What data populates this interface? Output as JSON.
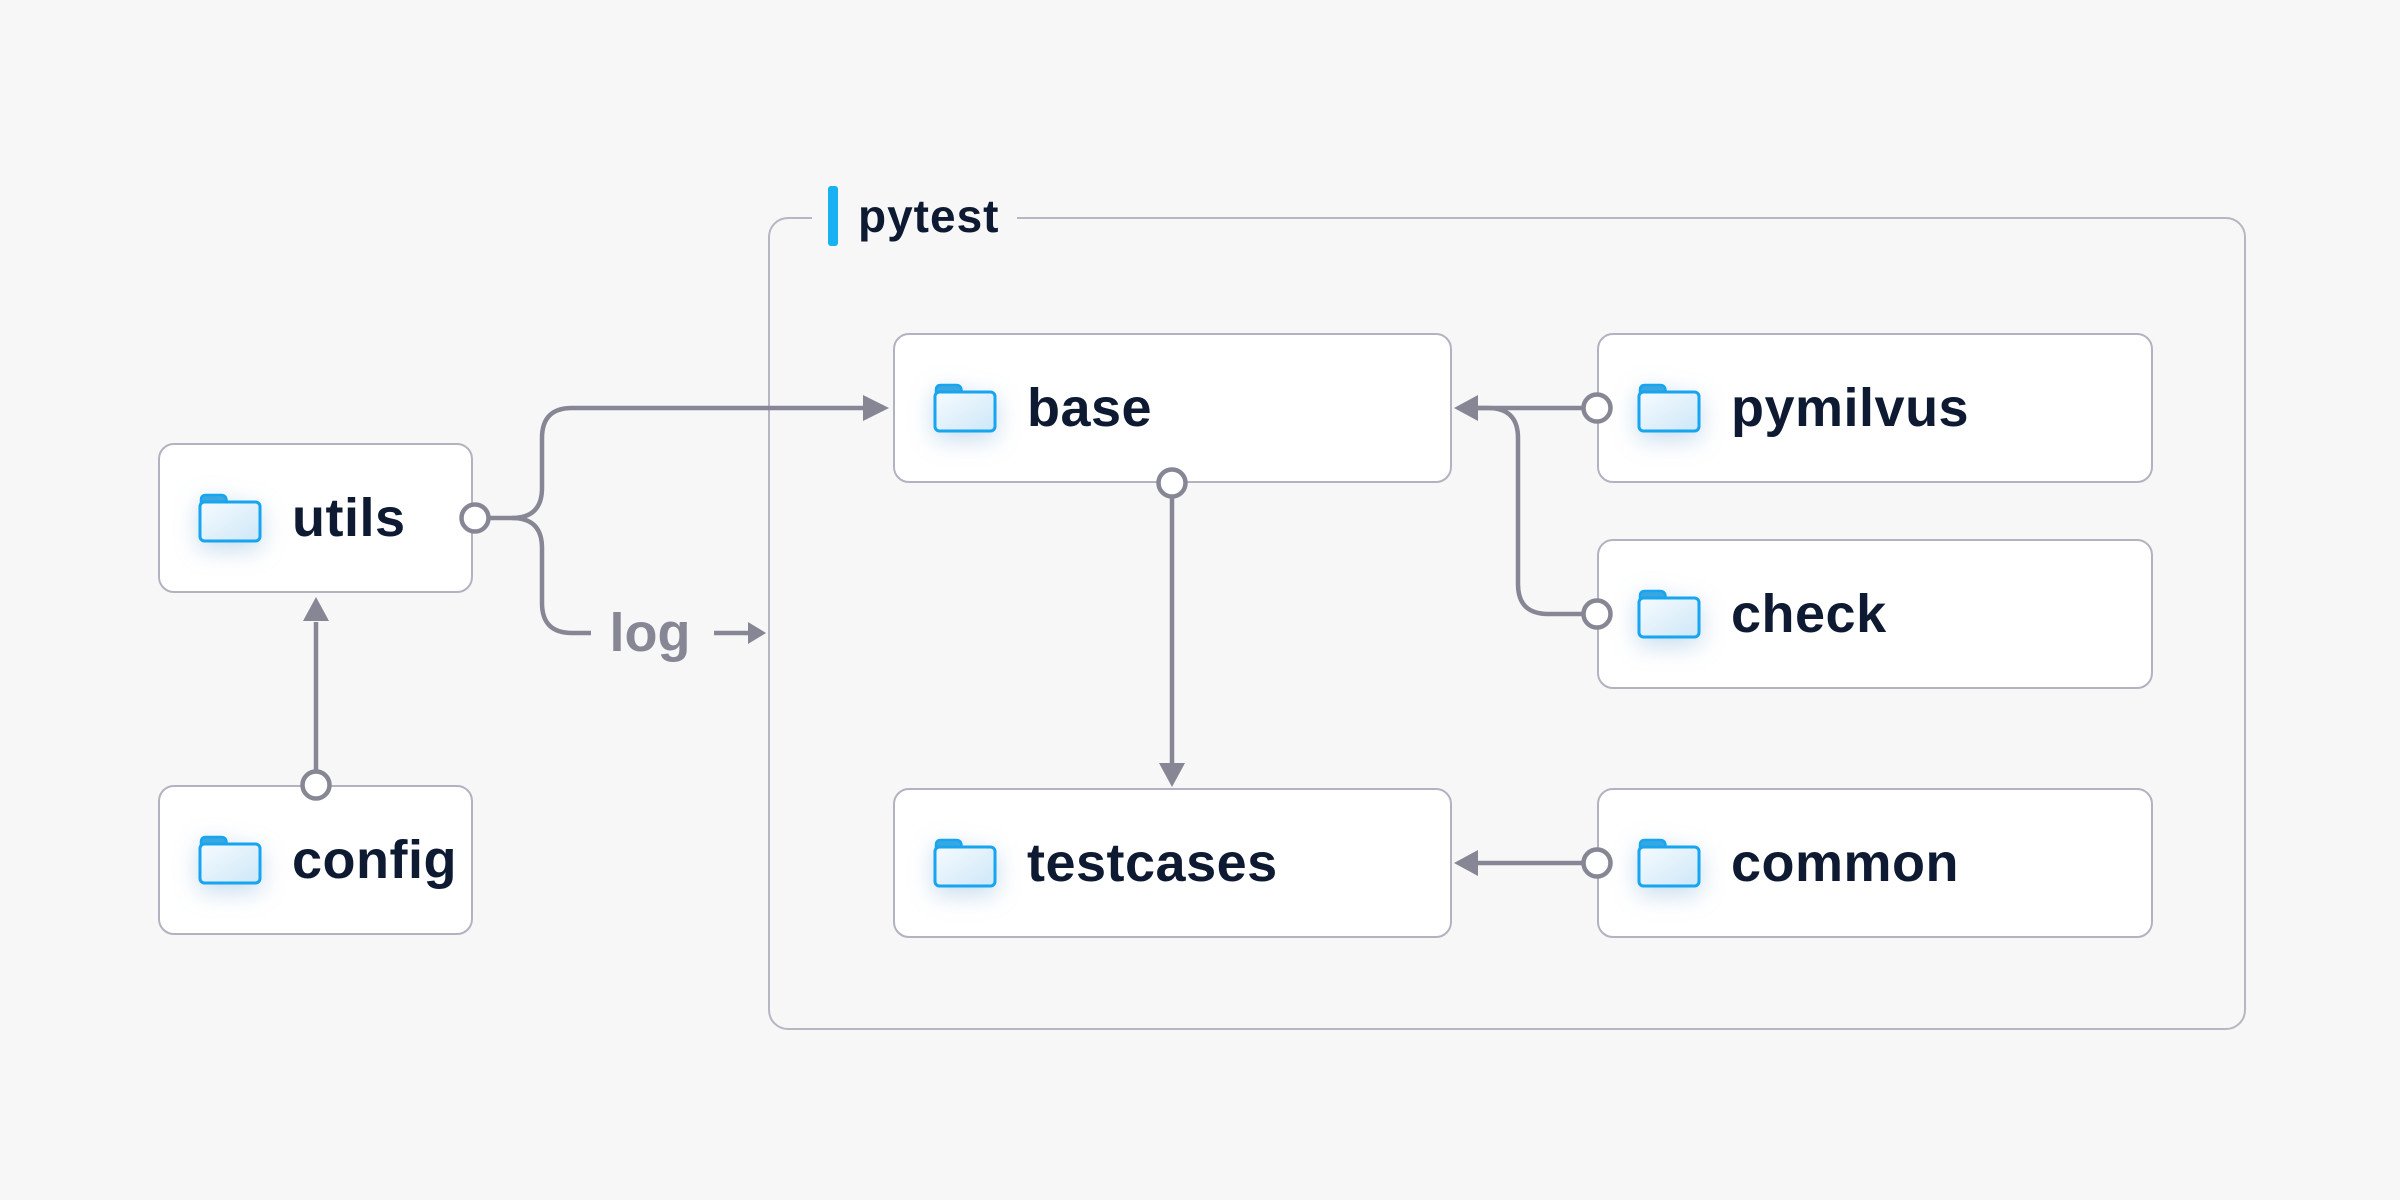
{
  "group": {
    "label": "pytest"
  },
  "nodes": {
    "utils": {
      "label": "utils"
    },
    "config": {
      "label": "config"
    },
    "base": {
      "label": "base"
    },
    "testcases": {
      "label": "testcases"
    },
    "pymilvus": {
      "label": "pymilvus"
    },
    "check": {
      "label": "check"
    },
    "common": {
      "label": "common"
    }
  },
  "edges": {
    "log_label": "log",
    "connections": [
      {
        "from": "config",
        "to": "utils"
      },
      {
        "from": "utils",
        "to": "base"
      },
      {
        "from": "utils",
        "to": "log"
      },
      {
        "from": "pymilvus",
        "to": "base"
      },
      {
        "from": "check",
        "to": "base"
      },
      {
        "from": "base",
        "to": "testcases"
      },
      {
        "from": "common",
        "to": "testcases"
      }
    ]
  },
  "colors": {
    "background": "#f7f7f8",
    "node_fill": "#ffffff",
    "node_border": "#b3b2c0",
    "group_border": "#b7b6c3",
    "connector_gray": "#878695",
    "text_navy": "#0d1a32",
    "accent_blue": "#18b2f3",
    "folder_blue": "#16a5ee"
  }
}
